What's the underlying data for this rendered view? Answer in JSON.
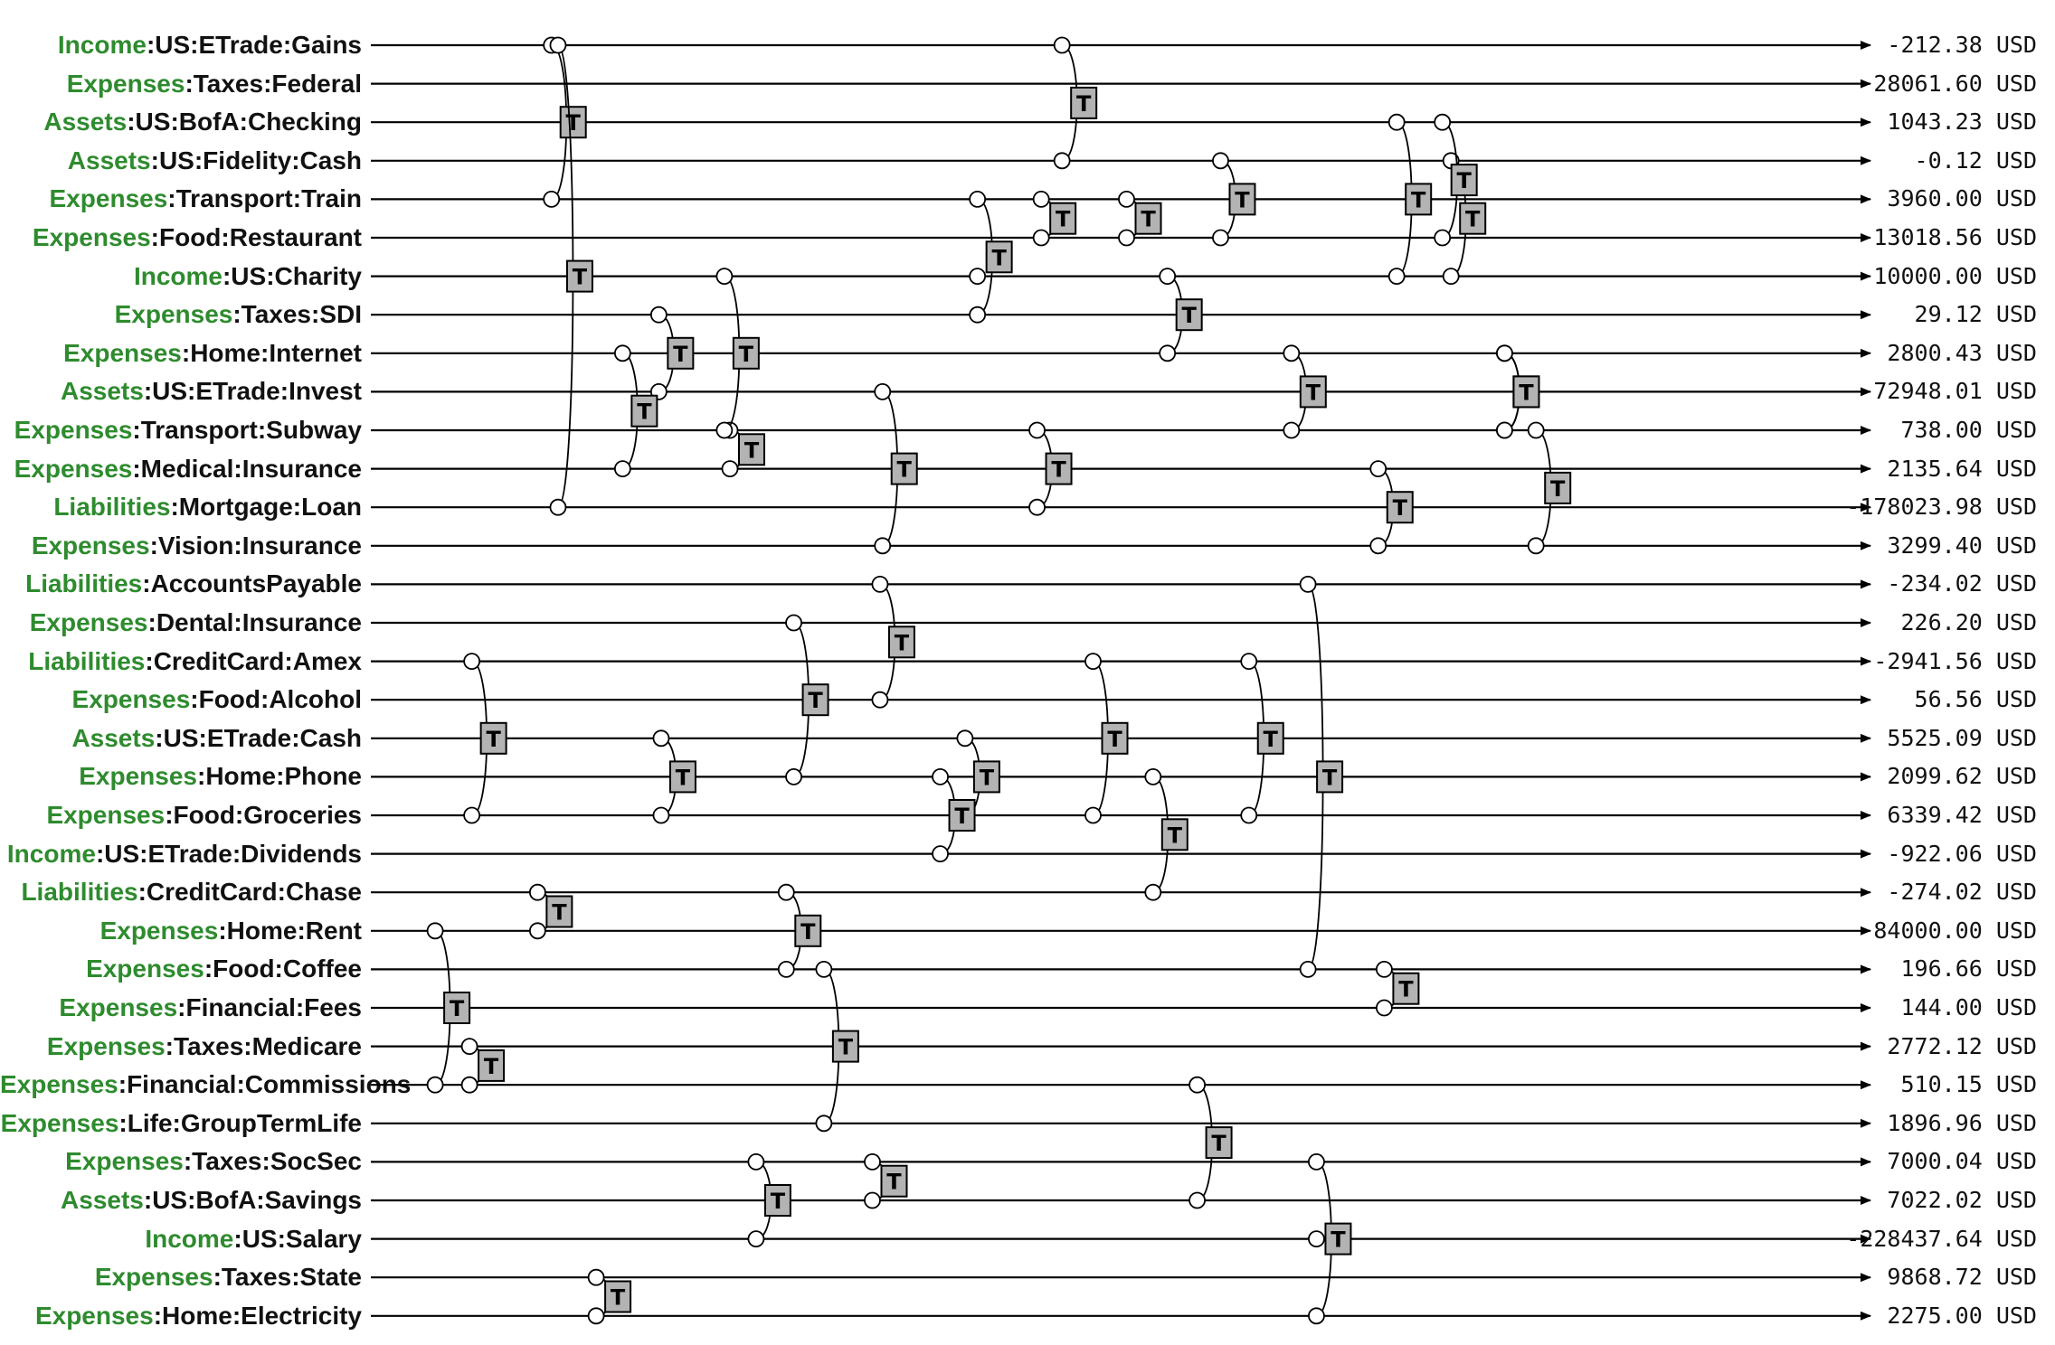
{
  "accounts": [
    {
      "root": "Income",
      "rest": ":US:ETrade:Gains",
      "amount": "-212.38 USD"
    },
    {
      "root": "Expenses",
      "rest": ":Taxes:Federal",
      "amount": "28061.60 USD"
    },
    {
      "root": "Assets",
      "rest": ":US:BofA:Checking",
      "amount": "1043.23 USD"
    },
    {
      "root": "Assets",
      "rest": ":US:Fidelity:Cash",
      "amount": "-0.12 USD"
    },
    {
      "root": "Expenses",
      "rest": ":Transport:Train",
      "amount": "3960.00 USD"
    },
    {
      "root": "Expenses",
      "rest": ":Food:Restaurant",
      "amount": "13018.56 USD"
    },
    {
      "root": "Income",
      "rest": ":US:Charity",
      "amount": "10000.00 USD"
    },
    {
      "root": "Expenses",
      "rest": ":Taxes:SDI",
      "amount": "29.12 USD"
    },
    {
      "root": "Expenses",
      "rest": ":Home:Internet",
      "amount": "2800.43 USD"
    },
    {
      "root": "Assets",
      "rest": ":US:ETrade:Invest",
      "amount": "72948.01 USD"
    },
    {
      "root": "Expenses",
      "rest": ":Transport:Subway",
      "amount": "738.00 USD"
    },
    {
      "root": "Expenses",
      "rest": ":Medical:Insurance",
      "amount": "2135.64 USD"
    },
    {
      "root": "Liabilities",
      "rest": ":Mortgage:Loan",
      "amount": "-178023.98 USD"
    },
    {
      "root": "Expenses",
      "rest": ":Vision:Insurance",
      "amount": "3299.40 USD"
    },
    {
      "root": "Liabilities",
      "rest": ":AccountsPayable",
      "amount": "-234.02 USD"
    },
    {
      "root": "Expenses",
      "rest": ":Dental:Insurance",
      "amount": "226.20 USD"
    },
    {
      "root": "Liabilities",
      "rest": ":CreditCard:Amex",
      "amount": "-2941.56 USD"
    },
    {
      "root": "Expenses",
      "rest": ":Food:Alcohol",
      "amount": "56.56 USD"
    },
    {
      "root": "Assets",
      "rest": ":US:ETrade:Cash",
      "amount": "5525.09 USD"
    },
    {
      "root": "Expenses",
      "rest": ":Home:Phone",
      "amount": "2099.62 USD"
    },
    {
      "root": "Expenses",
      "rest": ":Food:Groceries",
      "amount": "6339.42 USD"
    },
    {
      "root": "Income",
      "rest": ":US:ETrade:Dividends",
      "amount": "-922.06 USD"
    },
    {
      "root": "Liabilities",
      "rest": ":CreditCard:Chase",
      "amount": "-274.02 USD"
    },
    {
      "root": "Expenses",
      "rest": ":Home:Rent",
      "amount": "84000.00 USD"
    },
    {
      "root": "Expenses",
      "rest": ":Food:Coffee",
      "amount": "196.66 USD"
    },
    {
      "root": "Expenses",
      "rest": ":Financial:Fees",
      "amount": "144.00 USD"
    },
    {
      "root": "Expenses",
      "rest": ":Taxes:Medicare",
      "amount": "2772.12 USD"
    },
    {
      "root": "Expenses",
      "rest": ":Financial:Commissions",
      "amount": "510.15 USD"
    },
    {
      "root": "Expenses",
      "rest": ":Life:GroupTermLife",
      "amount": "1896.96 USD"
    },
    {
      "root": "Expenses",
      "rest": ":Taxes:SocSec",
      "amount": "7000.04 USD"
    },
    {
      "root": "Assets",
      "rest": ":US:BofA:Savings",
      "amount": "7022.02 USD"
    },
    {
      "root": "Income",
      "rest": ":US:Salary",
      "amount": "-228437.64 USD"
    },
    {
      "root": "Expenses",
      "rest": ":Taxes:State",
      "amount": "9868.72 USD"
    },
    {
      "root": "Expenses",
      "rest": ":Home:Electricity",
      "amount": "2275.00 USD"
    }
  ],
  "transaction_marker": "T",
  "colors": {
    "root_account": "#2e8b2e",
    "account_name": "#111111",
    "line": "#000000",
    "marker_fill": "#b3b3b3"
  }
}
